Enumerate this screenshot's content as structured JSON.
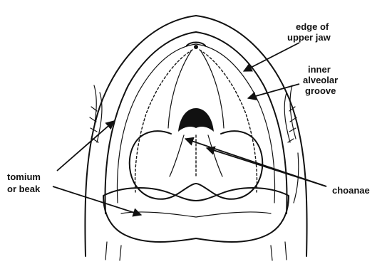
{
  "labels": {
    "edge_of_upper_jaw": [
      "edge of",
      "upper jaw"
    ],
    "inner_alveolar_groove": [
      "inner",
      "alveolar",
      "groove"
    ],
    "tomium_or_beak": [
      "tomium",
      "or  beak"
    ],
    "choanae": "choanae"
  },
  "colors": {
    "ink": "#111111",
    "background": "#ffffff"
  }
}
